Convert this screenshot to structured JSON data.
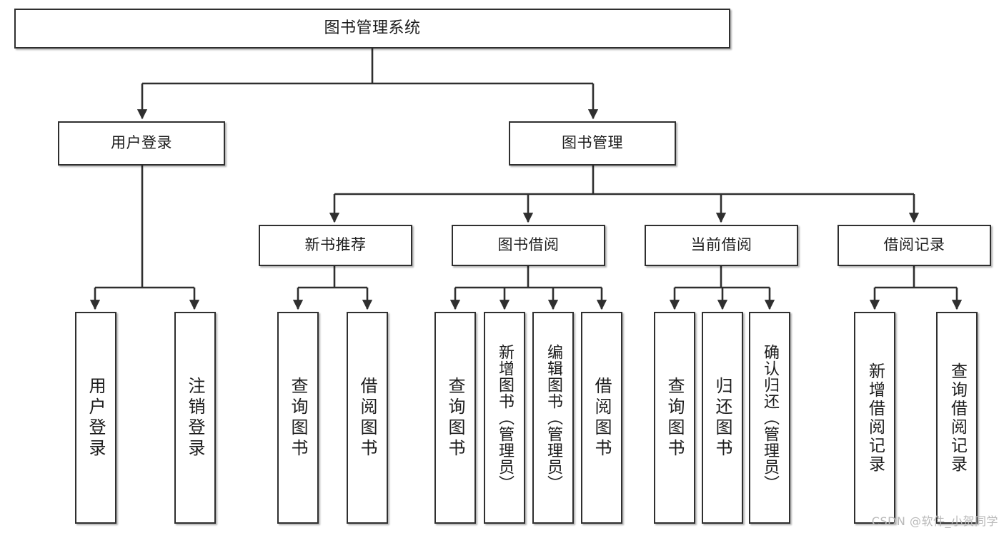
{
  "diagram": {
    "type": "tree-hierarchy",
    "title": "图书管理系统",
    "watermark": "CSDN @软件_小贺同学",
    "colors": {
      "box_border": "#2f2f2f",
      "box_fill": "#ffffff",
      "edge": "#2f2f2f",
      "text": "#1c1c1c",
      "watermark": "#b9b9b9"
    },
    "nodes": {
      "root": {
        "label": "图书管理系统"
      },
      "level2": [
        {
          "label": "用户登录"
        },
        {
          "label": "图书管理"
        }
      ],
      "level3": [
        {
          "label": "新书推荐"
        },
        {
          "label": "图书借阅"
        },
        {
          "label": "当前借阅"
        },
        {
          "label": "借阅记录"
        }
      ],
      "leaves": {
        "user_login": [
          {
            "label": "用户登录"
          },
          {
            "label": "注销登录"
          }
        ],
        "new_book_recommend": [
          {
            "label": "查询图书"
          },
          {
            "label": "借阅图书"
          }
        ],
        "book_borrow": [
          {
            "label": "查询图书"
          },
          {
            "label": "新增图书（管理员）"
          },
          {
            "label": "编辑图书（管理员）"
          },
          {
            "label": "借阅图书"
          }
        ],
        "current_borrow": [
          {
            "label": "查询图书"
          },
          {
            "label": "归还图书"
          },
          {
            "label": "确认归还（管理员）"
          }
        ],
        "borrow_record": [
          {
            "label": "新增借阅记录"
          },
          {
            "label": "查询借阅记录"
          }
        ]
      }
    }
  }
}
